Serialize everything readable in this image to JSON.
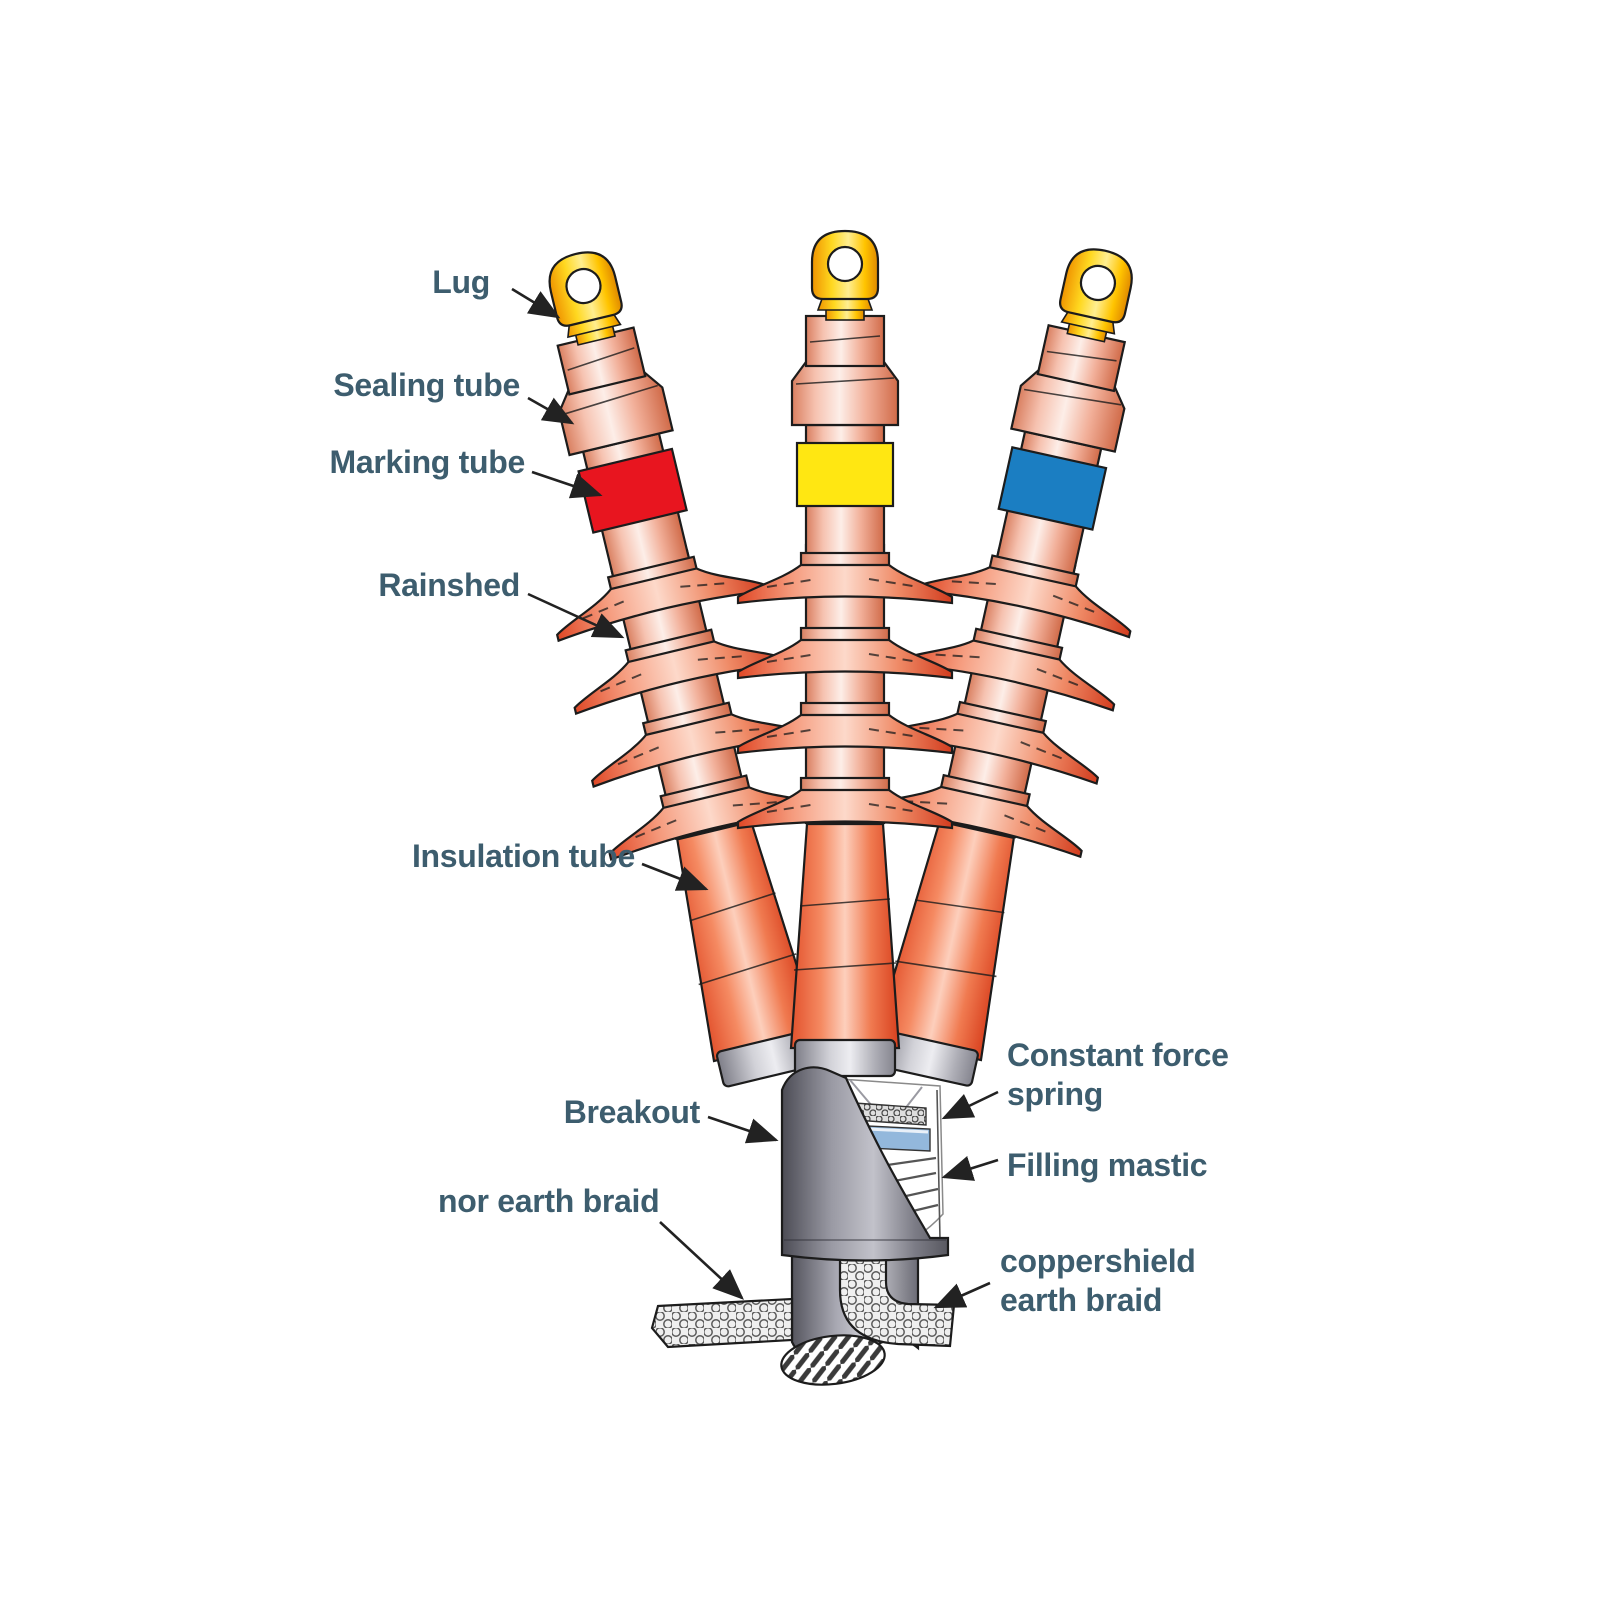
{
  "figure": {
    "subject": "Three-core heat-shrink cable termination cutaway diagram",
    "labels": {
      "lug": "Lug",
      "sealing_tube": "Sealing tube",
      "marking_tube": "Marking tube",
      "rainshed": "Rainshed",
      "insulation_tube": "Insulation tube",
      "breakout": "Breakout",
      "constant_force_spring": "Constant force spring",
      "filling_mastic": "Filling mastic",
      "earth_braid": "nor earth braid",
      "coppershield_earth_braid": "coppershield earth braid"
    },
    "colors": {
      "label_text": "#3d5d6e",
      "marking_left": "#e8151f",
      "marking_middle": "#ffe712",
      "marking_right": "#1b7ec2",
      "lug_gold": "#ffc808",
      "tube_salmon": "#f5a98f",
      "insulation_orange": "#ee6440",
      "spring_blue": "#93b8dc",
      "breakout_gray": "#84848e"
    },
    "cables": [
      {
        "position": "left",
        "marking_color": "#e8151f"
      },
      {
        "position": "middle",
        "marking_color": "#ffe712"
      },
      {
        "position": "right",
        "marking_color": "#1b7ec2"
      }
    ]
  }
}
